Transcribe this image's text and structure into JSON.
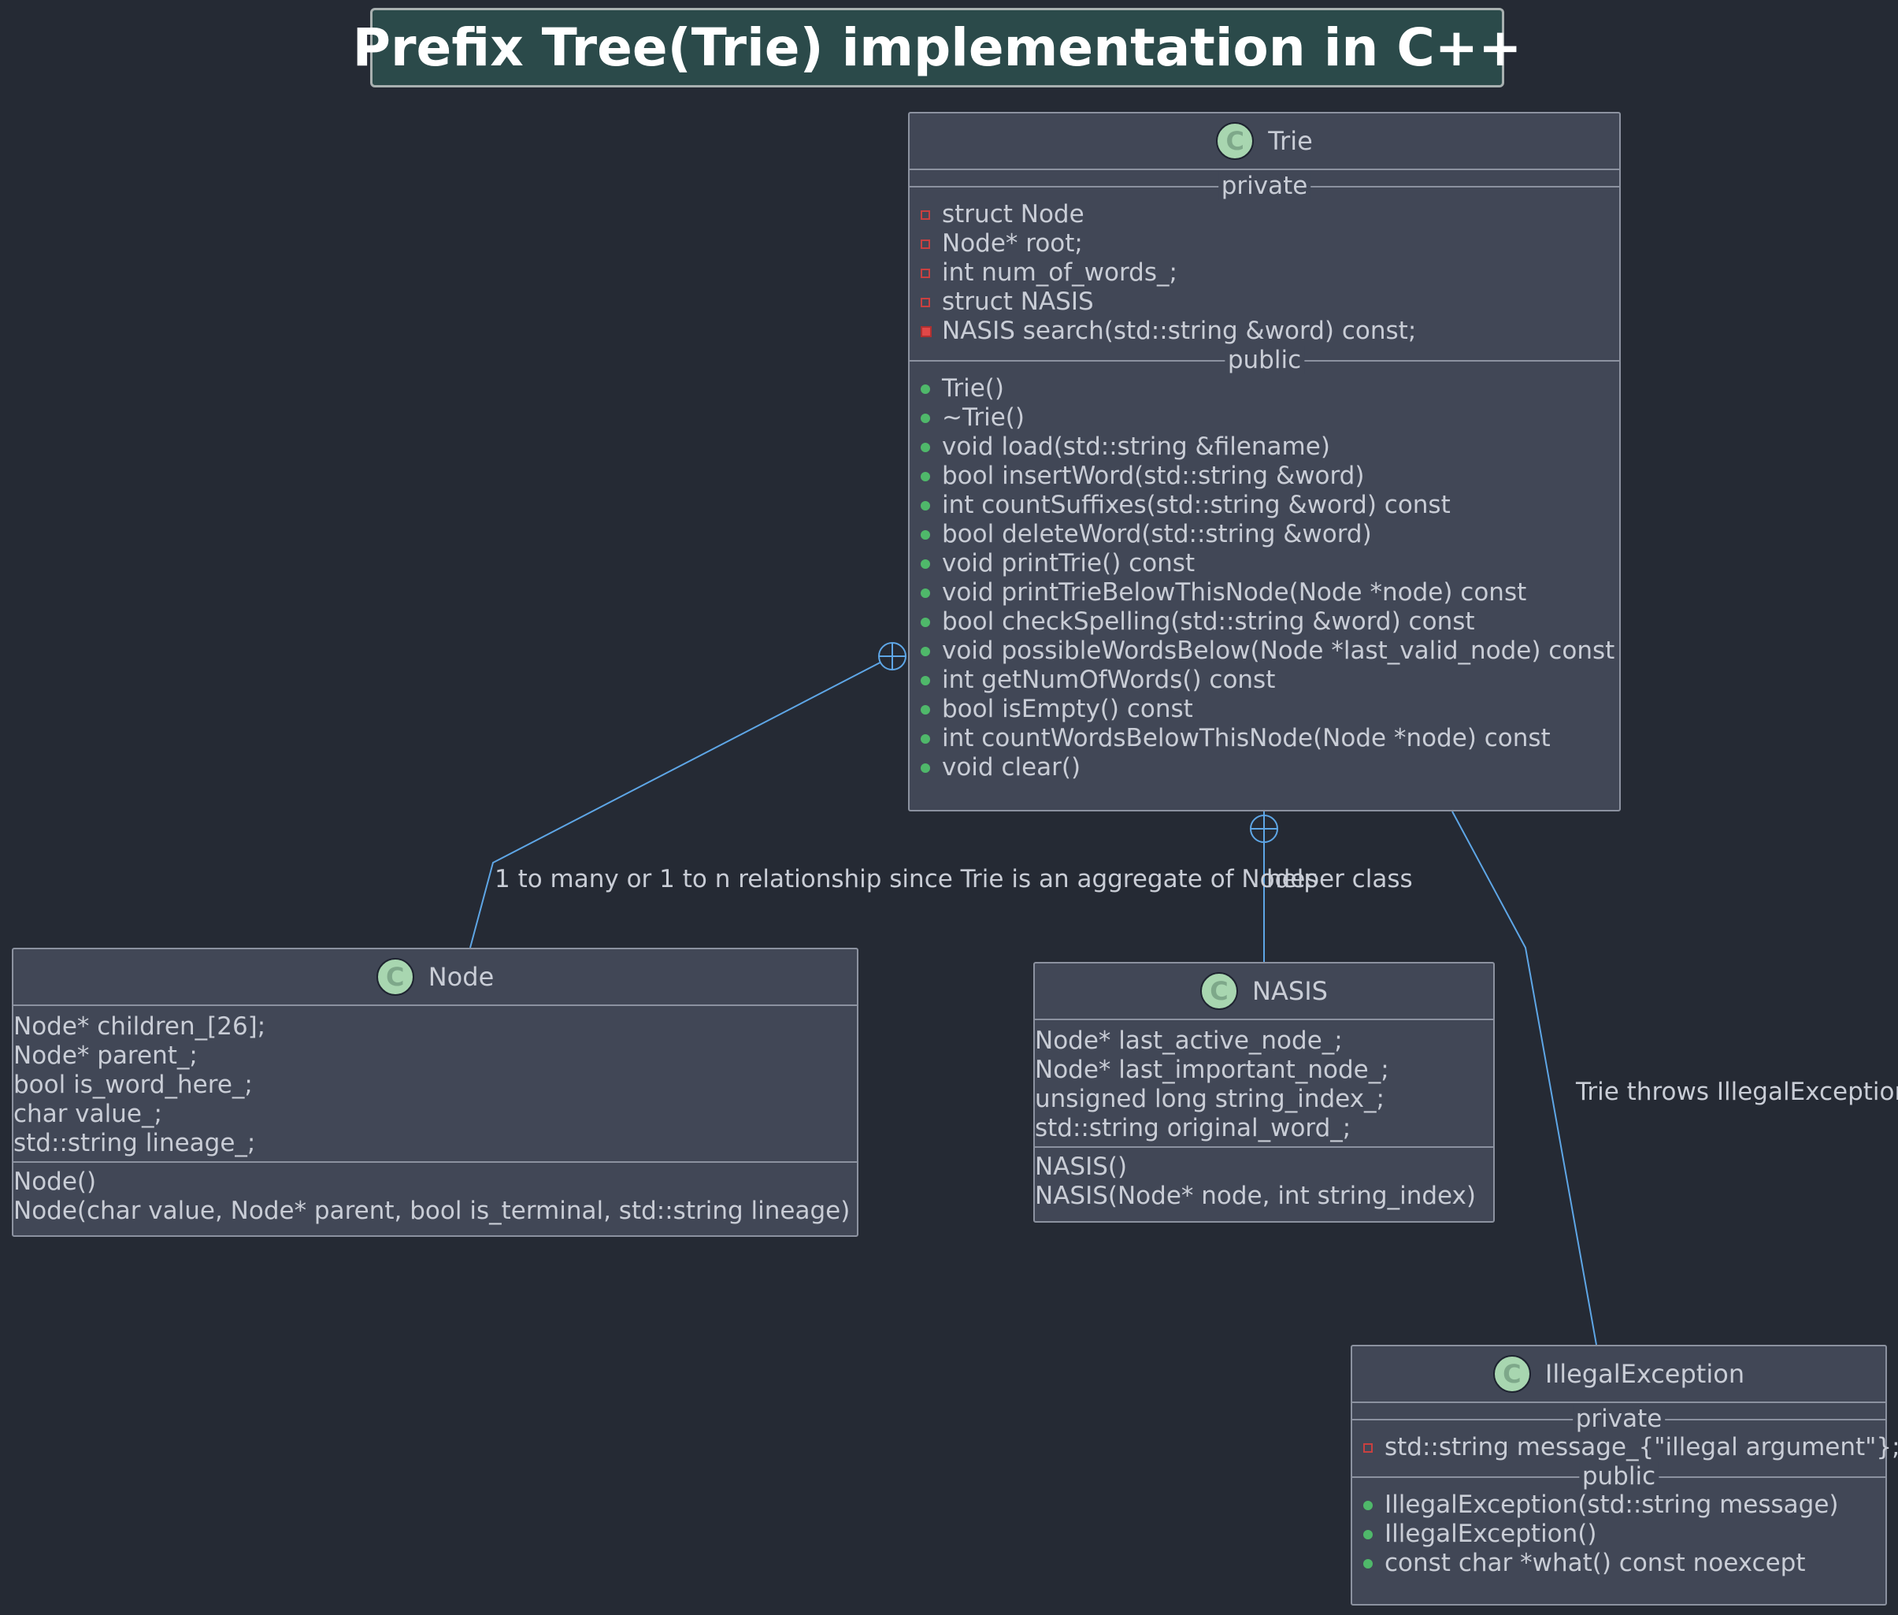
{
  "title": "Prefix Tree(Trie) implementation in C++",
  "class_icon": "C",
  "trie": {
    "name": "Trie",
    "private_label": "private",
    "private_members": [
      "struct Node",
      "Node* root;",
      "int num_of_words_;",
      "struct NASIS",
      "NASIS search(std::string &word) const;"
    ],
    "public_label": "public",
    "public_members": [
      "Trie()",
      "~Trie()",
      "void load(std::string &filename)",
      "bool insertWord(std::string &word)",
      "int countSuffixes(std::string &word) const",
      "bool deleteWord(std::string &word)",
      "void printTrie() const",
      "void printTrieBelowThisNode(Node *node) const",
      "bool checkSpelling(std::string &word) const",
      "void possibleWordsBelow(Node *last_valid_node) const",
      "int getNumOfWords() const",
      "bool isEmpty() const",
      "int countWordsBelowThisNode(Node *node) const",
      "void clear()"
    ]
  },
  "node": {
    "name": "Node",
    "fields": [
      "Node* children_[26];",
      "Node* parent_;",
      "bool is_word_here_;",
      "char value_;",
      "std::string lineage_;"
    ],
    "methods": [
      "Node()",
      "Node(char value, Node* parent, bool is_terminal, std::string lineage)"
    ]
  },
  "nasis": {
    "name": "NASIS",
    "fields": [
      "Node* last_active_node_;",
      "Node* last_important_node_;",
      "unsigned long string_index_;",
      "std::string original_word_;"
    ],
    "methods": [
      "NASIS()",
      "NASIS(Node* node, int string_index)"
    ]
  },
  "illegal": {
    "name": "IllegalException",
    "private_label": "private",
    "private_members": [
      "std::string message_{\"illegal argument\"};"
    ],
    "public_label": "public",
    "public_members": [
      "IllegalException(std::string message)",
      "IllegalException()",
      "const char *what() const noexcept"
    ]
  },
  "edges": {
    "trie_node": "1 to many or 1 to n relationship since Trie is an aggregate of Nodes",
    "trie_nasis": "helper class",
    "trie_illegal": "Trie throws IllegalException"
  },
  "colors": {
    "background": "#252a34",
    "box": "#414756",
    "title_bg": "#2b4a4a",
    "edge": "#5ea6e6",
    "private": "#c94040",
    "public": "#4fb86a"
  }
}
